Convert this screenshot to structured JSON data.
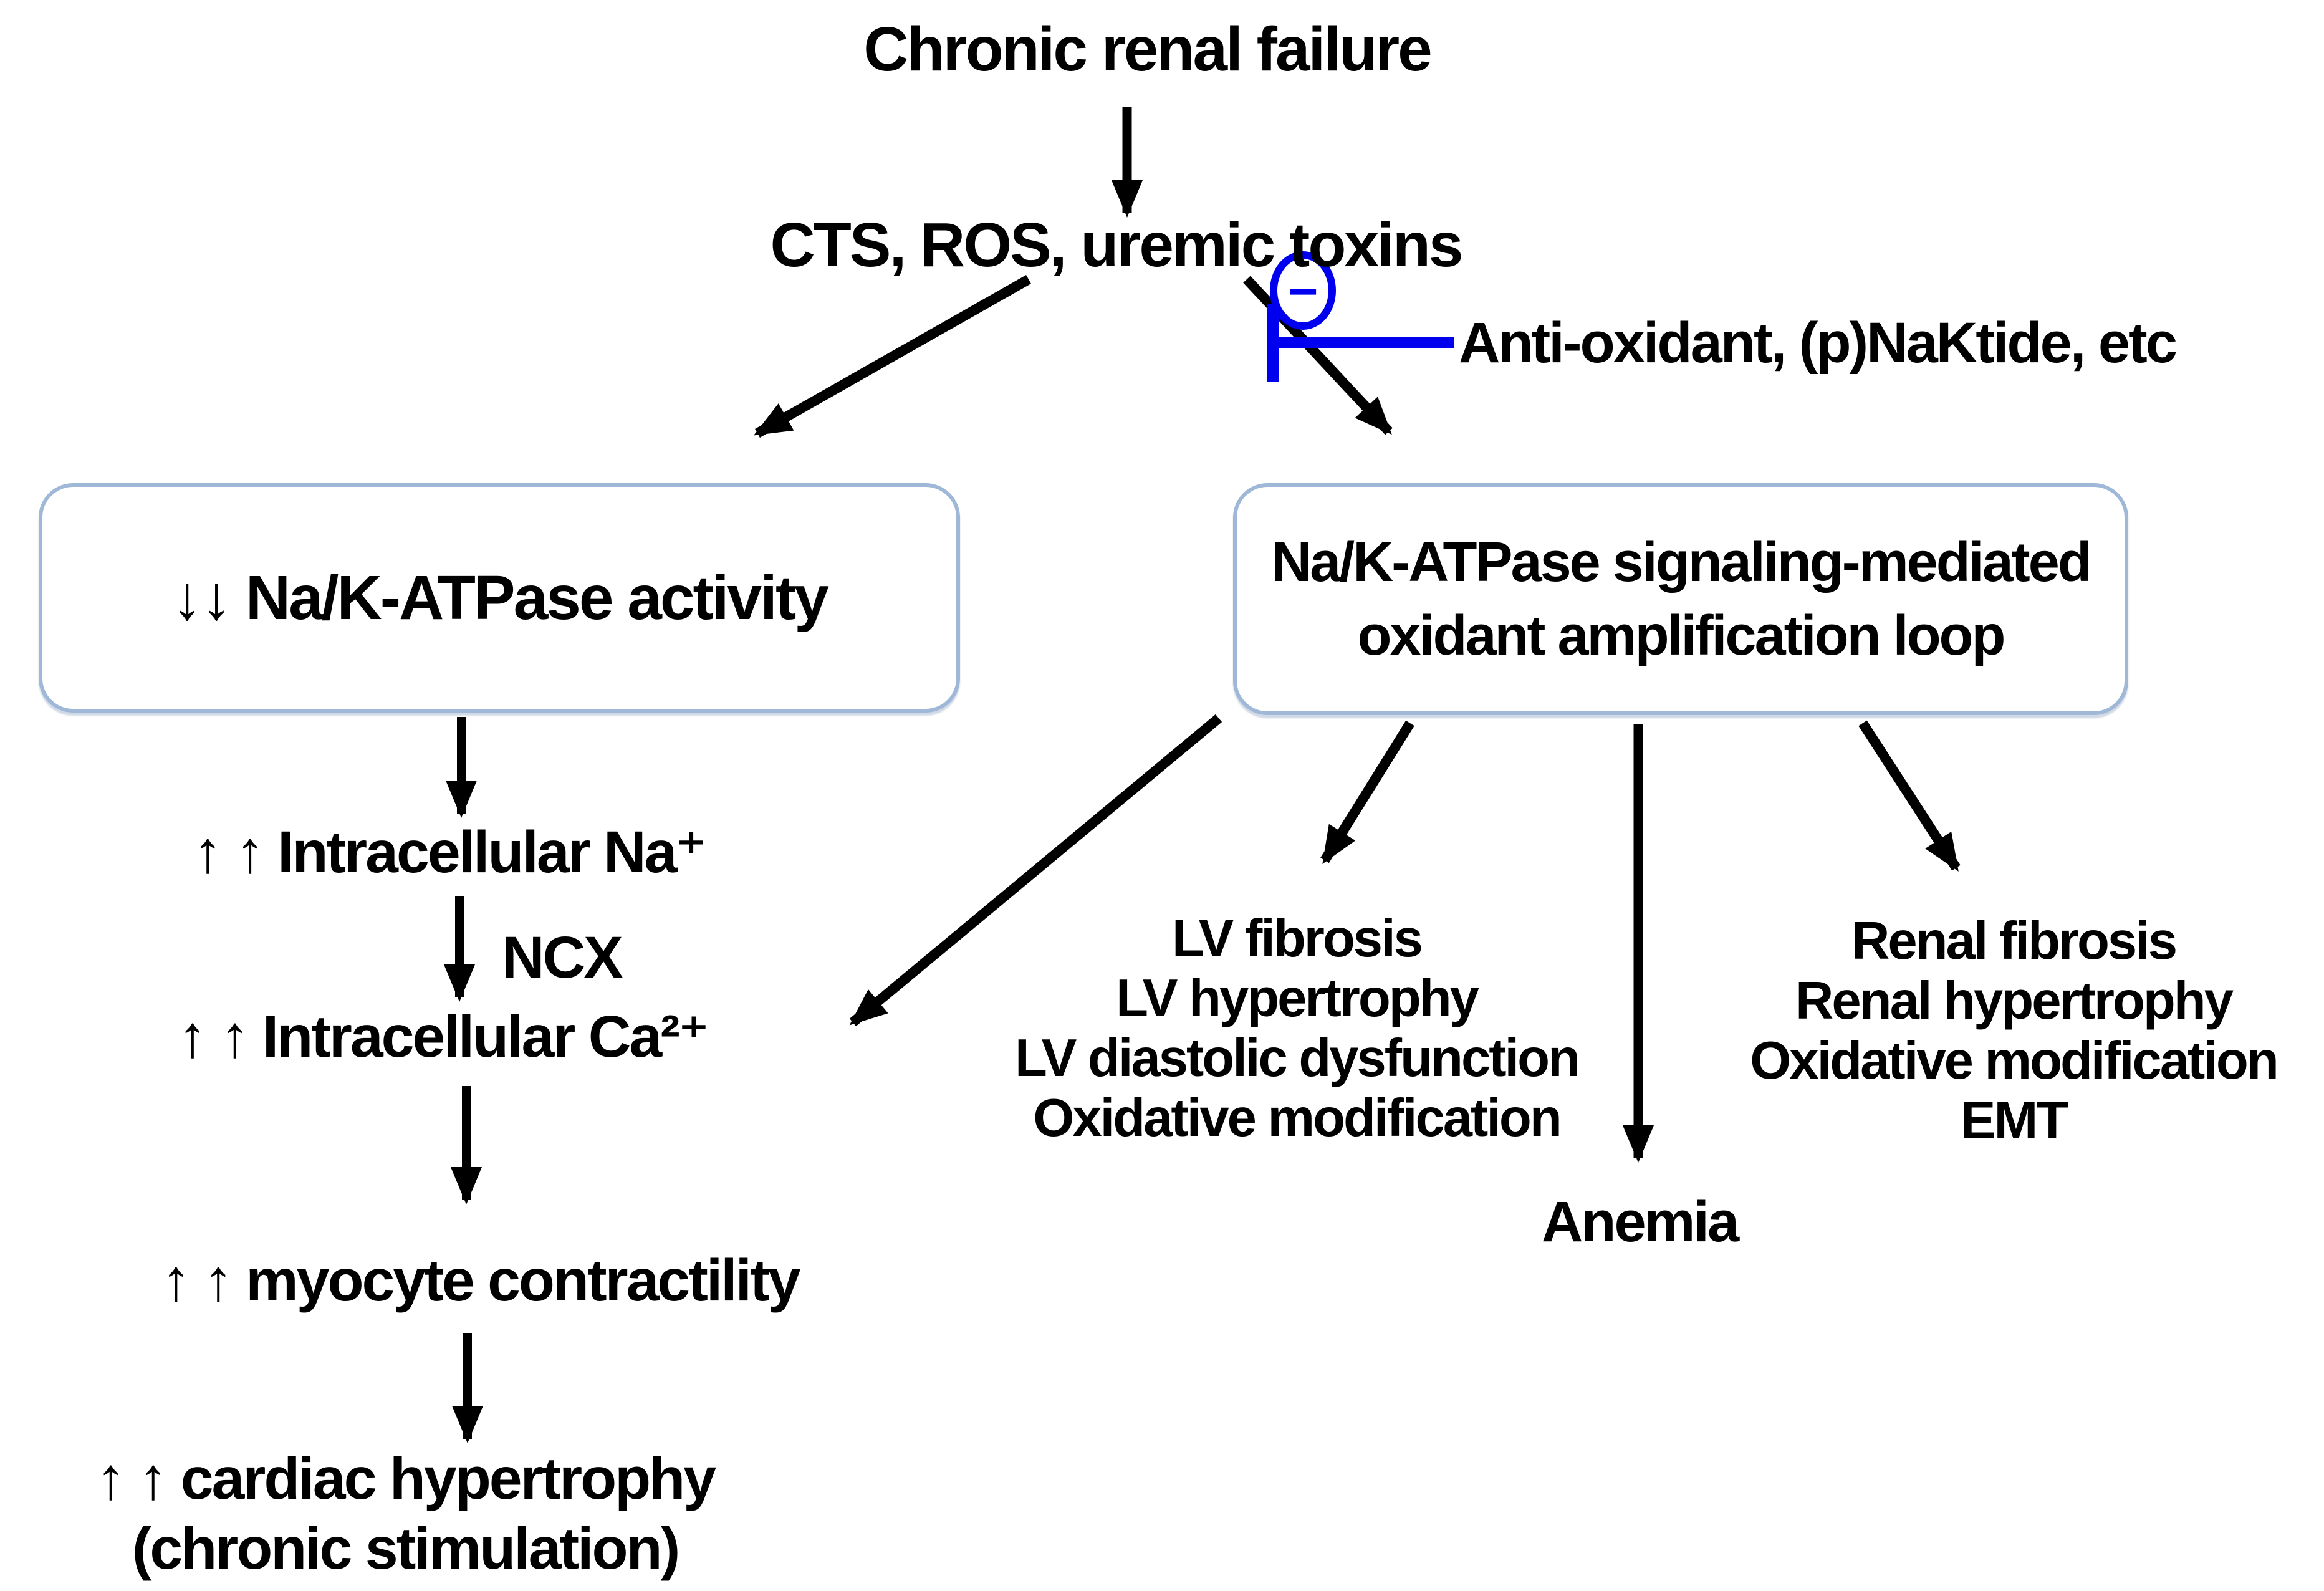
{
  "nodes": {
    "title": "Chronic renal failure",
    "mediators": "CTS, ROS, uremic toxins",
    "inhibitor_label": "Anti-oxidant, (p)NaKtide, etc",
    "inhibitor_sign": "−",
    "left_box": "↓↓ Na/K-ATPase activity",
    "right_box_line1": "Na/K-ATPase signaling-mediated",
    "right_box_line2": "oxidant amplification loop",
    "intracellular_na": "↑ ↑ Intracellular Na⁺",
    "ncx": "NCX",
    "intracellular_ca": "↑ ↑ Intracellular Ca²⁺",
    "myocyte": "↑ ↑ myocyte contractility",
    "cardiac_line1": "↑ ↑ cardiac hypertrophy",
    "cardiac_line2": "(chronic stimulation)",
    "anemia": "Anemia"
  },
  "lv_outcomes": [
    "LV fibrosis",
    "LV hypertrophy",
    "LV diastolic dysfunction",
    "Oxidative modification"
  ],
  "renal_outcomes": [
    "Renal fibrosis",
    "Renal hypertrophy",
    "Oxidative modification",
    "EMT"
  ],
  "colors": {
    "text": "#000000",
    "arrow_black": "#000000",
    "inhibitor_blue": "#0000ee",
    "box_border": "#9fb8d8",
    "background": "#ffffff"
  }
}
